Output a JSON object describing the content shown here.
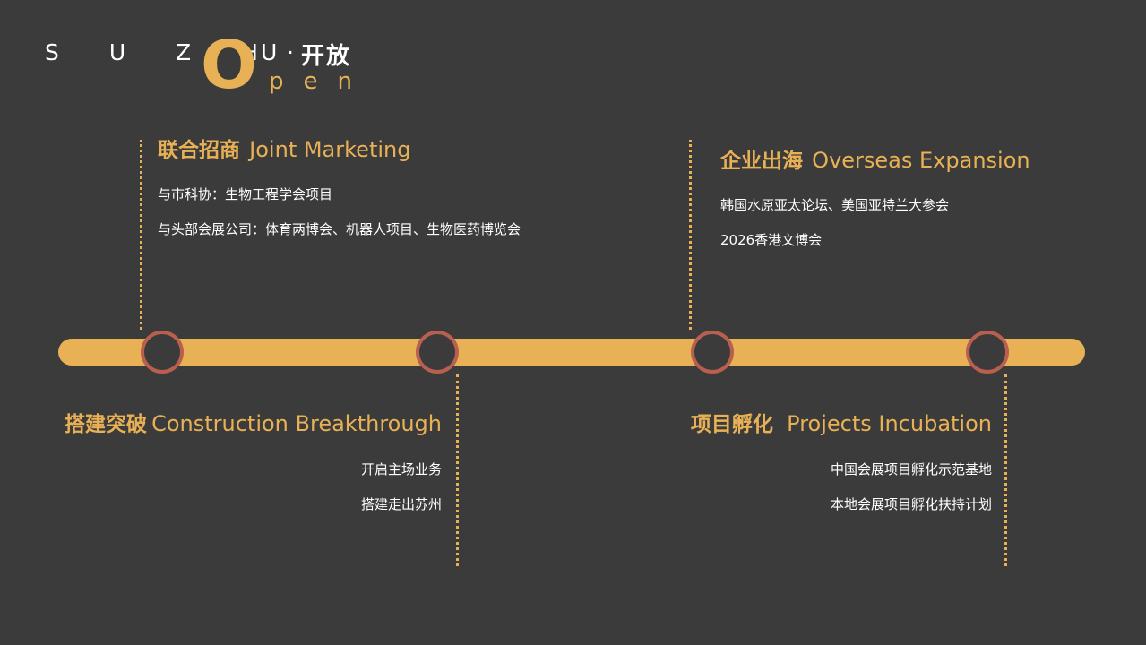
{
  "logo": {
    "suzh": "S U Z H",
    "o": "O",
    "u": "U",
    "dot": "·",
    "cn": "开放",
    "open": "pen"
  },
  "milestones": [
    {
      "title_cn": "联合招商",
      "title_en": "Joint Marketing",
      "items": [
        "与市科协：生物工程学会项目",
        "与头部会展公司：体育两博会、机器人项目、生物医药博览会"
      ]
    },
    {
      "title_cn": "搭建突破",
      "title_en": "Construction Breakthrough",
      "items": [
        "开启主场业务",
        "搭建走出苏州"
      ]
    },
    {
      "title_cn": "企业出海",
      "title_en": "Overseas Expansion",
      "items": [
        "韩国水原亚太论坛、美国亚特兰大参会",
        "2026香港文博会"
      ]
    },
    {
      "title_cn": "项目孵化",
      "title_en": "Projects Incubation",
      "items": [
        "中国会展项目孵化示范基地",
        "本地会展项目孵化扶持计划"
      ]
    }
  ],
  "colors": {
    "background": "#3b3b3b",
    "accent": "#e9b155",
    "node_ring": "#b85f4f",
    "text": "#ffffff"
  }
}
